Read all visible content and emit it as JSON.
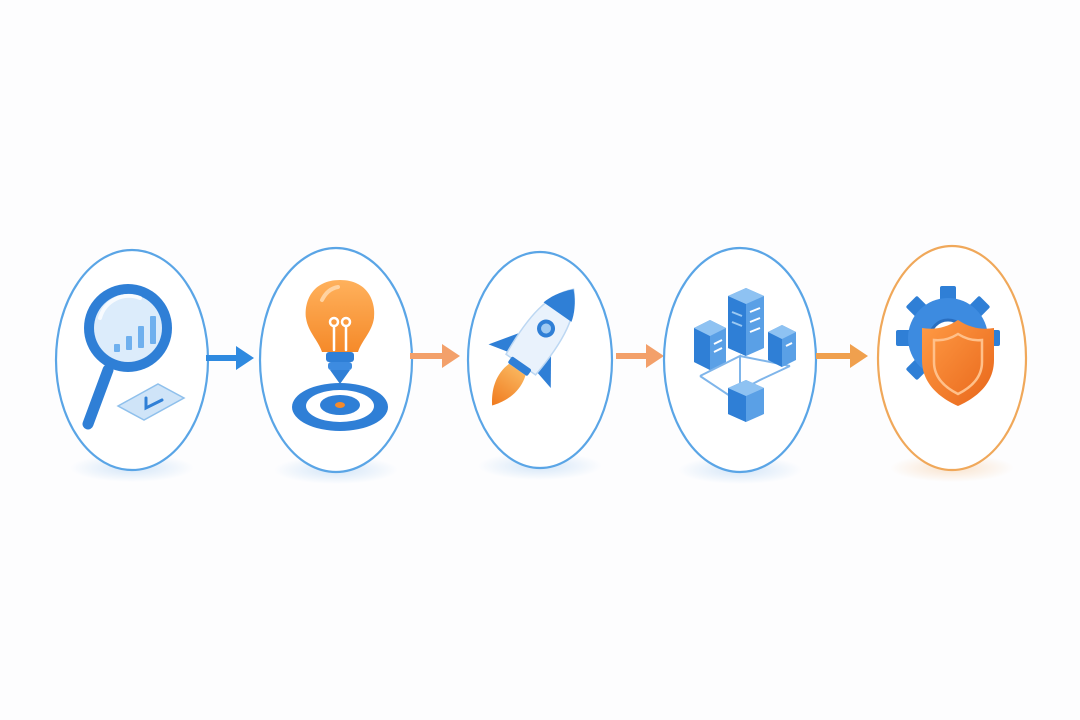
{
  "process_flow": {
    "steps": [
      {
        "id": "research",
        "icon": "magnifier-chart-icon",
        "border_color": "#4a9be0"
      },
      {
        "id": "ideation",
        "icon": "lightbulb-target-icon",
        "border_color": "#4a9be0"
      },
      {
        "id": "launch",
        "icon": "rocket-icon",
        "border_color": "#4a9be0"
      },
      {
        "id": "infrastructure",
        "icon": "server-network-icon",
        "border_color": "#4a9be0"
      },
      {
        "id": "security",
        "icon": "gear-shield-icon",
        "border_color": "#f0a85a"
      }
    ],
    "connectors": [
      {
        "from": "research",
        "to": "ideation",
        "color": "#2f8ae0"
      },
      {
        "from": "ideation",
        "to": "launch",
        "color": "#f3a06a"
      },
      {
        "from": "launch",
        "to": "infrastructure",
        "color": "#f3a06a"
      },
      {
        "from": "infrastructure",
        "to": "security",
        "color": "#f0a04e"
      }
    ]
  },
  "colors": {
    "primary_blue": "#2f7fd6",
    "light_blue": "#a9cff3",
    "accent_orange": "#f58a2a",
    "background": "#fdfdfe"
  }
}
